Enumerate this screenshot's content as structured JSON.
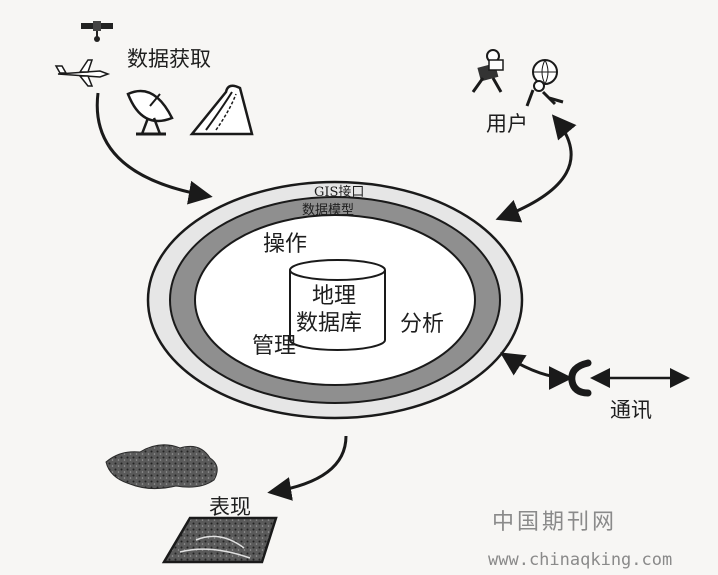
{
  "labels": {
    "data_acquisition": "数据获取",
    "users": "用户",
    "gis_interface": "GIS接口",
    "data_model": "数据模型",
    "operate": "操作",
    "manage": "管理",
    "analyze": "分析",
    "db_line1": "地理",
    "db_line2": "数据库",
    "communication": "通讯",
    "presentation": "表现"
  },
  "watermark": {
    "site_cn": "中国期刊网",
    "url": "www.chinaqking.com"
  },
  "icons": {
    "satellite": "satellite-icon",
    "airplane": "airplane-icon",
    "radar_dish": "radar-dish-icon",
    "road_map": "road-map-icon",
    "user_reading": "user-reading-icon",
    "user_globe": "user-globe-icon",
    "telephone": "telephone-icon",
    "terrain": "terrain-icon",
    "map_tile": "map-tile-icon"
  }
}
